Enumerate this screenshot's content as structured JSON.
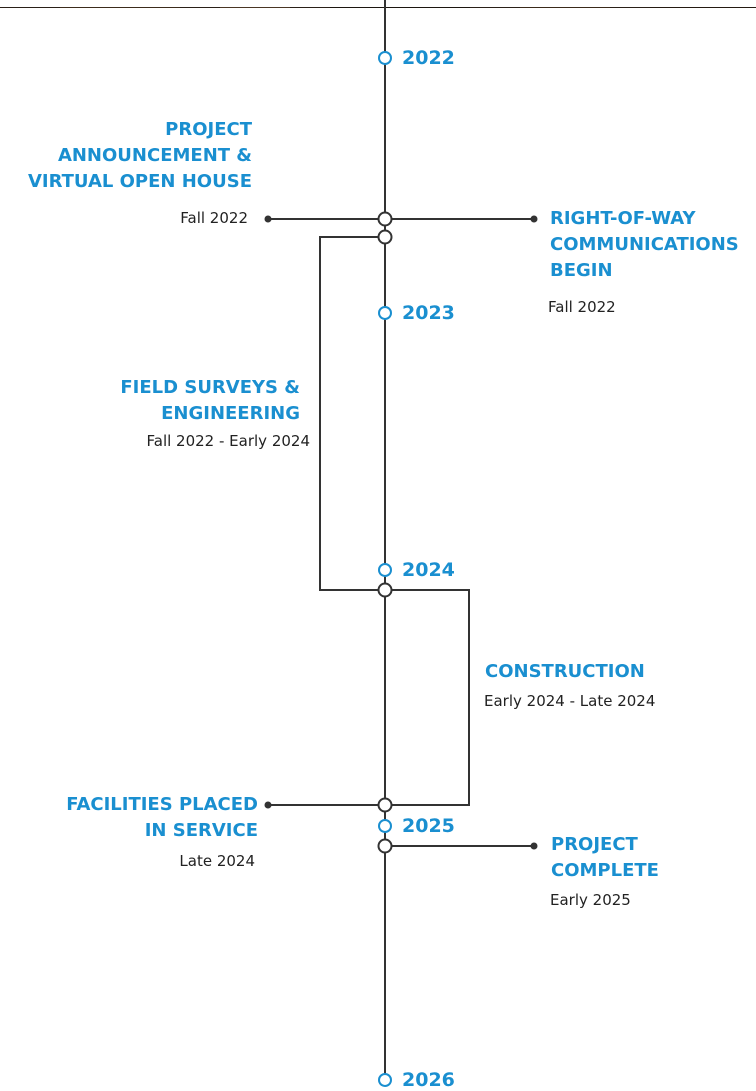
{
  "colors": {
    "accent": "#1a8fd0",
    "line": "#333333",
    "text": "#222222",
    "banner": "#2a2018"
  },
  "years": [
    "2022",
    "2023",
    "2024",
    "2025",
    "2026"
  ],
  "milestones": [
    {
      "id": "announcement",
      "title_lines": [
        "PROJECT",
        "ANNOUNCEMENT &",
        "VIRTUAL OPEN HOUSE"
      ],
      "date": "Fall 2022"
    },
    {
      "id": "right-of-way",
      "title_lines": [
        "RIGHT-OF-WAY",
        "COMMUNICATIONS",
        "BEGIN"
      ],
      "date": "Fall 2022"
    },
    {
      "id": "field-surveys",
      "title_lines": [
        "FIELD SURVEYS &",
        "ENGINEERING"
      ],
      "date": "Fall 2022 - Early 2024"
    },
    {
      "id": "construction",
      "title_lines": [
        "CONSTRUCTION"
      ],
      "date": "Early 2024 - Late 2024"
    },
    {
      "id": "facilities",
      "title_lines": [
        "FACILITIES PLACED",
        "IN SERVICE"
      ],
      "date": "Late 2024"
    },
    {
      "id": "complete",
      "title_lines": [
        "PROJECT",
        "COMPLETE"
      ],
      "date": "Early 2025"
    }
  ]
}
